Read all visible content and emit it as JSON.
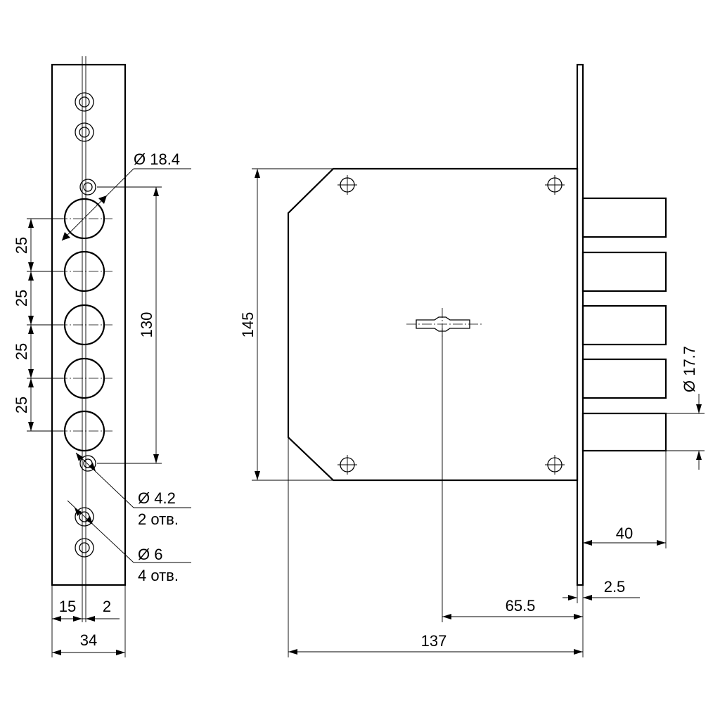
{
  "drawing": {
    "strike_plate": {
      "hole_diameter_large": "Ø 18.4",
      "pitch_1": "25",
      "pitch_2": "25",
      "pitch_3": "25",
      "pitch_4": "25",
      "total_span": "130",
      "hole_small_diameter": "Ø 4.2",
      "hole_small_count": "2 отв.",
      "hole_mount_diameter": "Ø 6",
      "hole_mount_count": "4 отв.",
      "offset_left": "15",
      "offset_right": "2",
      "width": "34"
    },
    "lock_body": {
      "height": "145",
      "bolt_diameter": "Ø 17.7",
      "bolt_projection": "40",
      "faceplate_thickness": "2.5",
      "backset": "65.5",
      "depth": "137"
    }
  }
}
